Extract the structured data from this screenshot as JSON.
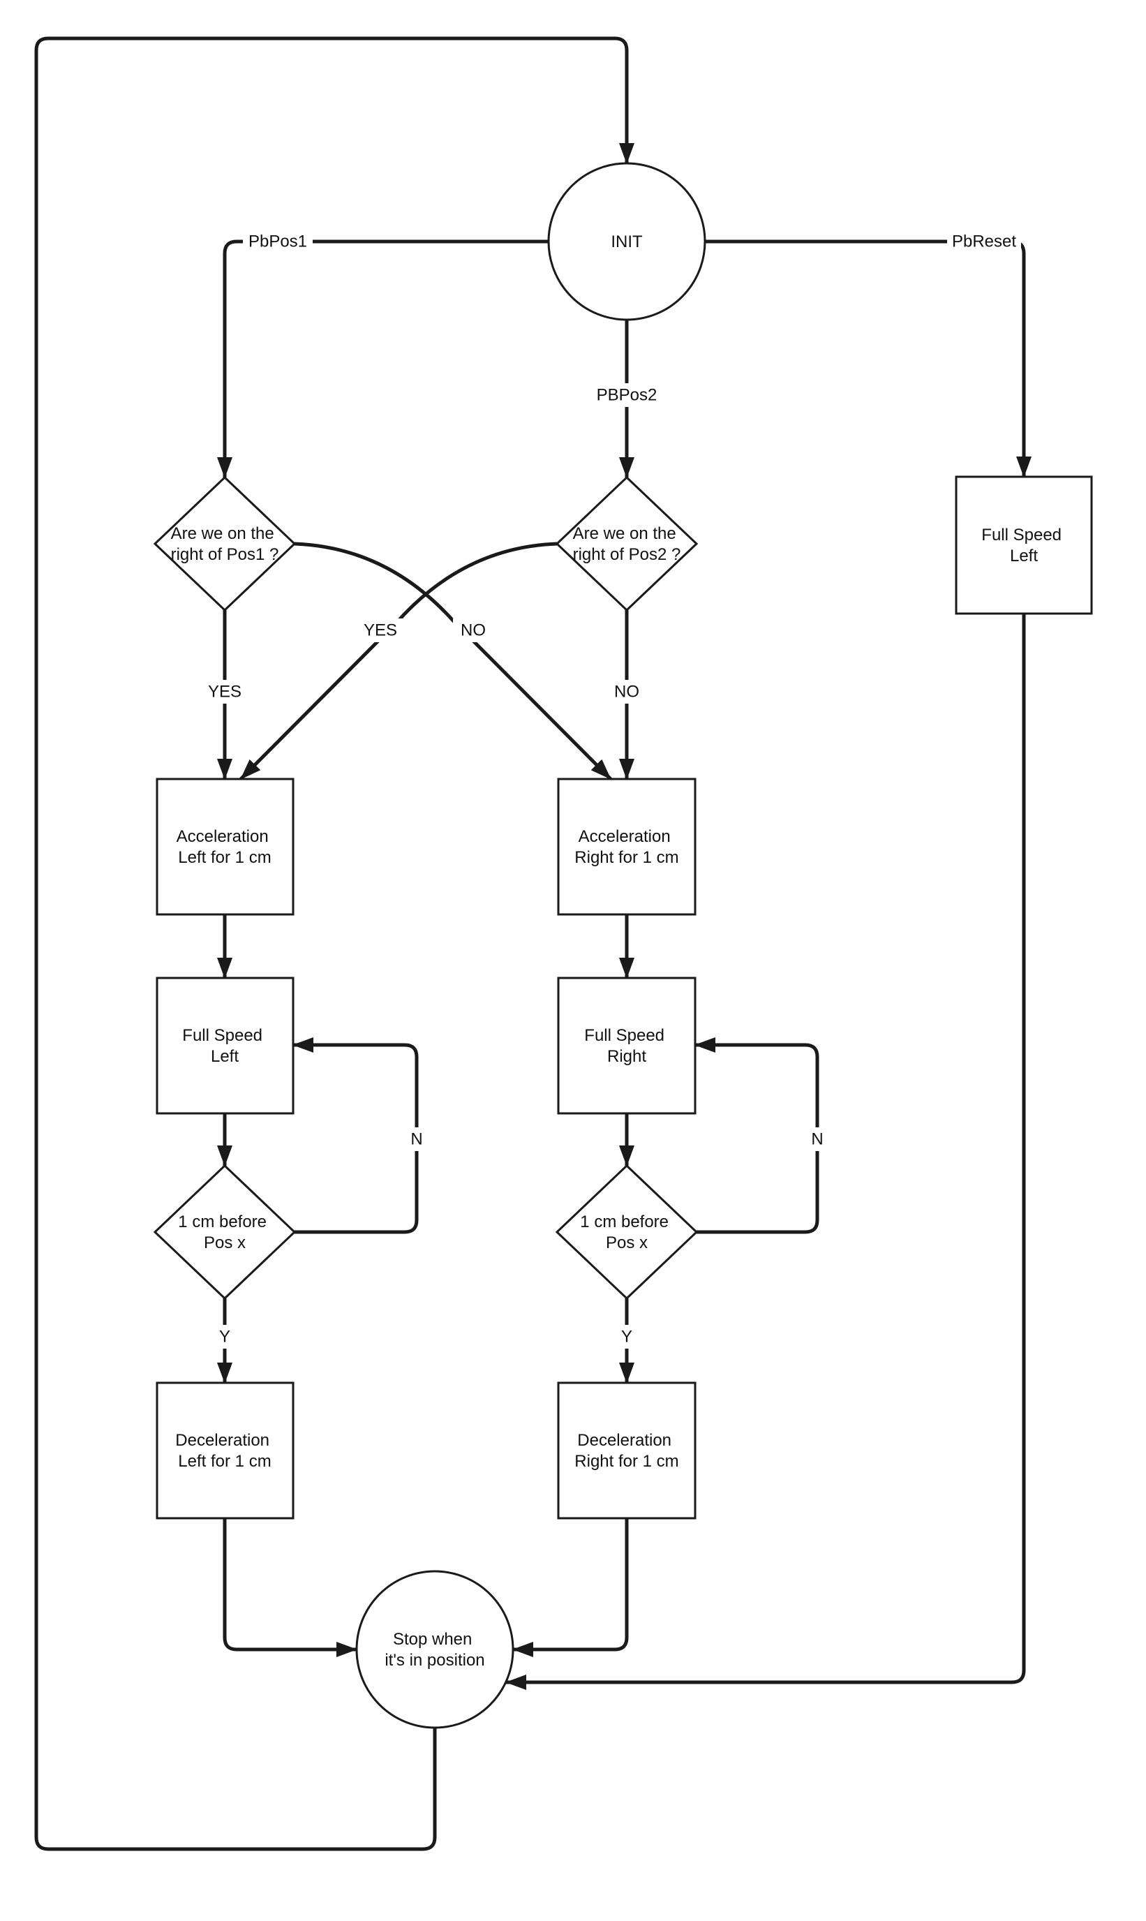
{
  "diagram": {
    "background": "#ffffff",
    "stroke_color": "#1a1a1a",
    "nodes": {
      "init": {
        "shape": "circle",
        "label": "INIT"
      },
      "pos1_check": {
        "shape": "diamond",
        "line1": "Are we on the",
        "line2": "right of Pos1 ?"
      },
      "pos2_check": {
        "shape": "diamond",
        "line1": "Are we on the",
        "line2": "right of Pos2 ?"
      },
      "reset_full_speed_left": {
        "shape": "rect",
        "line1": "Full Speed",
        "line2": "Left"
      },
      "accel_left": {
        "shape": "rect",
        "line1": "Acceleration",
        "line2": "Left for 1 cm"
      },
      "accel_right": {
        "shape": "rect",
        "line1": "Acceleration",
        "line2": "Right for 1 cm"
      },
      "full_speed_left": {
        "shape": "rect",
        "line1": "Full Speed",
        "line2": "Left"
      },
      "full_speed_right": {
        "shape": "rect",
        "line1": "Full Speed",
        "line2": "Right"
      },
      "before_pos_left": {
        "shape": "diamond",
        "line1": "1 cm before",
        "line2": "Pos x"
      },
      "before_pos_right": {
        "shape": "diamond",
        "line1": "1 cm before",
        "line2": "Pos x"
      },
      "decel_left": {
        "shape": "rect",
        "line1": "Deceleration",
        "line2": "Left for 1 cm"
      },
      "decel_right": {
        "shape": "rect",
        "line1": "Deceleration",
        "line2": "Right for 1 cm"
      },
      "stop": {
        "shape": "circle",
        "line1": "Stop when",
        "line2": "it's in position"
      }
    },
    "edge_labels": {
      "pbpos1": "PbPos1",
      "pbreset": "PbReset",
      "pbpos2": "PBPos2",
      "yes_left": "YES",
      "no_right": "NO",
      "yes_cross": "YES",
      "no_cross": "NO",
      "n_left": "N",
      "n_right": "N",
      "y_left": "Y",
      "y_right": "Y"
    }
  }
}
